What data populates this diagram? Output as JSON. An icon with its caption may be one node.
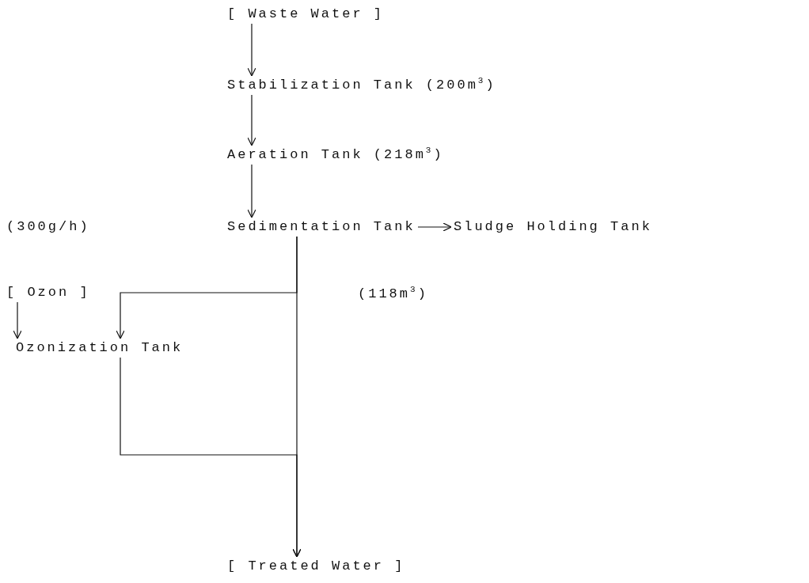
{
  "diagram": {
    "nodes": [
      {
        "text": [
          "[ Waste Water ]"
        ]
      },
      {
        "text": [
          "Stabilization Tank (200m$^{3}$)"
        ]
      },
      {
        "text": [
          "Aeration Tank (218m$^{3}$)"
        ]
      },
      {
        "text": [
          "Sedimentation Tank"
        ]
      },
      {
        "text": [
          "Sludge Holding Tank"
        ]
      },
      {
        "text": [
          "[ Ozon ]"
        ],
        "beside": [
          "(300g/h)"
        ]
      },
      {
        "text": [
          "Ozonization Tank"
        ]
      },
      {
        "text": [
          "[ Treated Water ]"
        ]
      }
    ],
    "edges": [
      {
        "from": 0,
        "to": 1,
        "arrow": "to"
      },
      {
        "from": 1,
        "to": 2,
        "arrow": "to"
      },
      {
        "from": 2,
        "to": 3,
        "arrow": "to"
      },
      {
        "from": 3,
        "to": 4,
        "arrow": "to"
      },
      {
        "from": 3,
        "to": 7,
        "arrow": "to"
      },
      {
        "from": 3,
        "to": 6,
        "arrow": "to"
      },
      {
        "from": 5,
        "to": 6,
        "arrow": "to"
      },
      {
        "from": 6,
        "to": 7,
        "arrow": "to"
      }
    ],
    "labels": [
      "(118m$^{3}$)"
    ]
  }
}
